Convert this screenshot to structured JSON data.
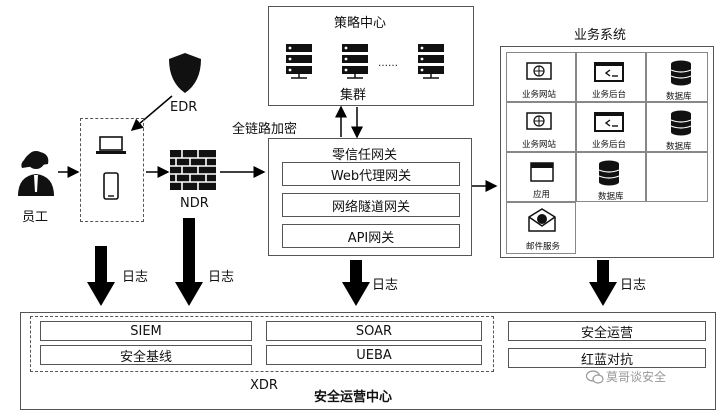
{
  "employee_label": "员工",
  "edr_label": "EDR",
  "ndr_label": "NDR",
  "full_link_encryption": "全链路加密",
  "policy_center": {
    "title": "策略中心",
    "dots": "……",
    "cluster_label": "集群"
  },
  "zero_trust_gateway": {
    "title": "零信任网关",
    "items": [
      "Web代理网关",
      "网络隧道网关",
      "API网关"
    ]
  },
  "business_system": {
    "title": "业务系统",
    "cells": [
      {
        "label": "业务网站",
        "icon": "globe-icon"
      },
      {
        "label": "业务后台",
        "icon": "terminal-icon"
      },
      {
        "label": "数据库",
        "icon": "database-icon"
      },
      {
        "label": "业务网站",
        "icon": "globe-icon"
      },
      {
        "label": "业务后台",
        "icon": "terminal-icon"
      },
      {
        "label": "数据库",
        "icon": "database-icon"
      },
      {
        "label": "应用",
        "icon": "app-window-icon"
      },
      {
        "label": "数据库",
        "icon": "database-icon"
      },
      {
        "label": "邮件服务",
        "icon": "mail-icon"
      }
    ]
  },
  "log_label": "日志",
  "soc": {
    "title": "安全运营中心",
    "xdr_label": "XDR",
    "left_items": [
      "SIEM",
      "安全基线"
    ],
    "middle_items": [
      "SOAR",
      "UEBA"
    ],
    "right_items": [
      "安全运营",
      "红蓝对抗"
    ]
  },
  "watermark": "莫哥谈安全",
  "colors": {
    "line": "#555555",
    "arrow": "#000000"
  }
}
